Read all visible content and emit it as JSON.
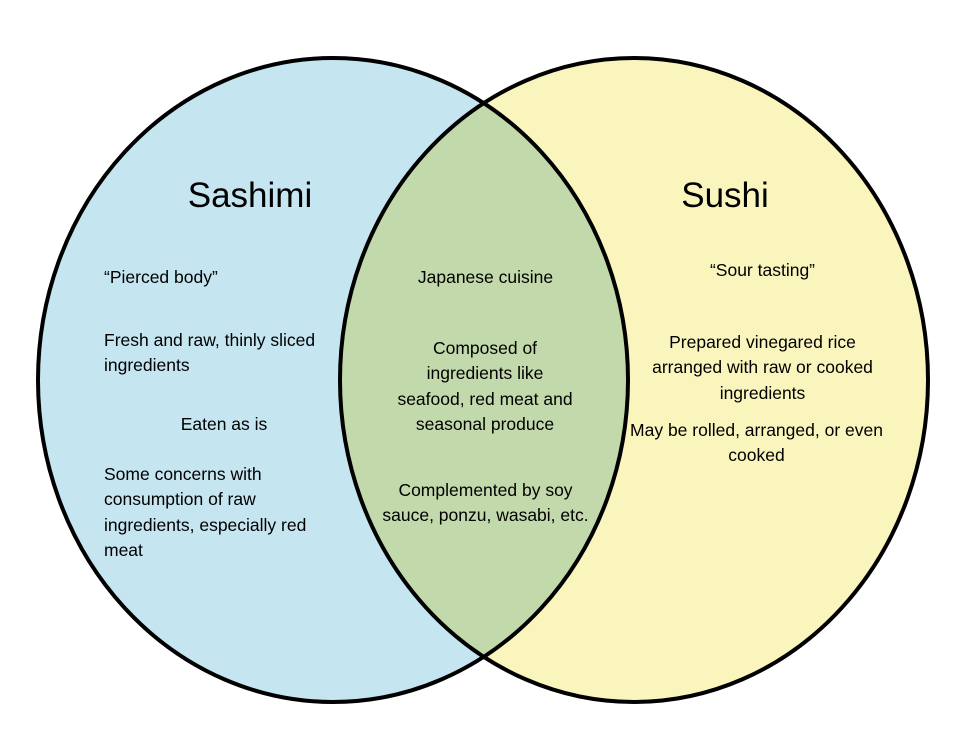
{
  "diagram": {
    "type": "venn",
    "sets": 2,
    "background_color": "#ffffff",
    "stroke_color": "#000000",
    "stroke_width": 4,
    "left": {
      "title": "Sashimi",
      "fill_color": "#c5e5f0",
      "items": [
        "“Pierced body”",
        "Fresh and raw, thinly sliced ingredients",
        "Eaten as is",
        "Some concerns with consumption of raw ingredients, especially red meat"
      ]
    },
    "intersection": {
      "fill_color": "#c2d9ab",
      "items": [
        "Japanese cuisine",
        "Composed of ingredients like seafood, red meat and seasonal produce",
        "Complemented by soy sauce, ponzu, wasabi, etc."
      ]
    },
    "right": {
      "title": "Sushi",
      "fill_color": "#faf4bd",
      "items": [
        "“Sour tasting”",
        "Prepared vinegared rice arranged with raw or cooked ingredients",
        "May be rolled, arranged, or even cooked"
      ]
    }
  }
}
